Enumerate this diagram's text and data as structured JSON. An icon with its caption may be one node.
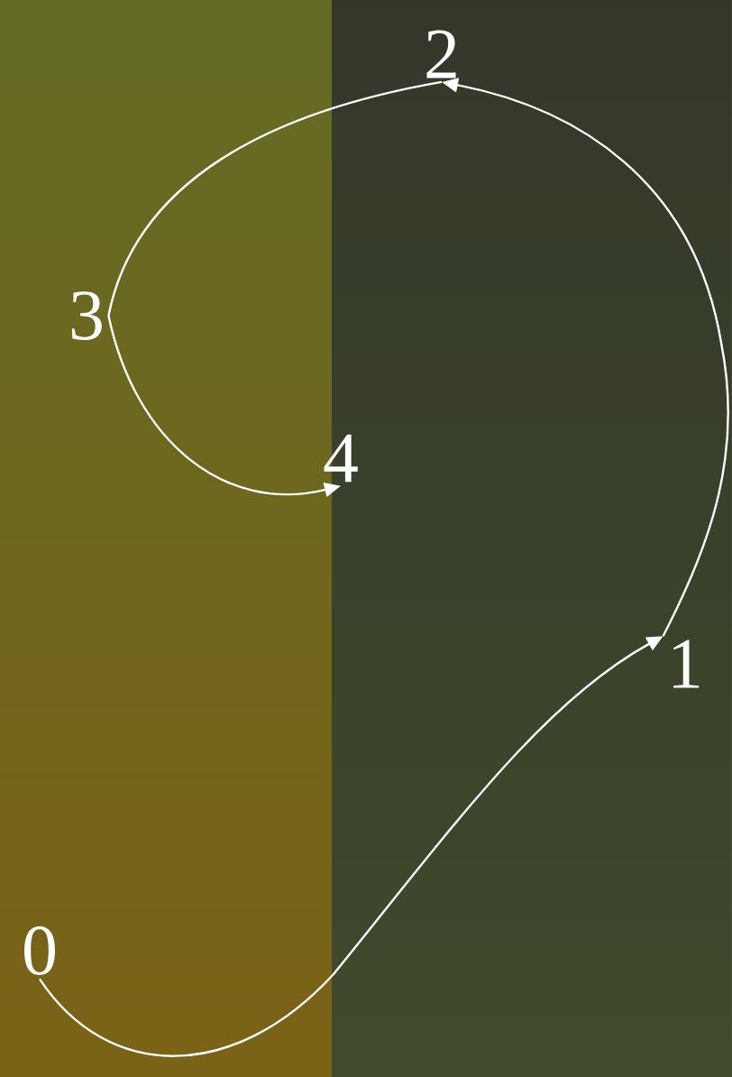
{
  "diagram": {
    "nodes": [
      {
        "text": [
          "0"
        ]
      },
      {
        "text": [
          "1"
        ]
      },
      {
        "text": [
          "2"
        ]
      },
      {
        "text": [
          "3"
        ]
      },
      {
        "text": [
          "4"
        ]
      }
    ],
    "edges": [
      {
        "from": 0,
        "to": 1,
        "arrow": "to"
      },
      {
        "from": 1,
        "to": 2,
        "arrow": "to"
      },
      {
        "from": 2,
        "to": 3,
        "arrow": "none"
      },
      {
        "from": 3,
        "to": 4,
        "arrow": "to"
      }
    ]
  }
}
